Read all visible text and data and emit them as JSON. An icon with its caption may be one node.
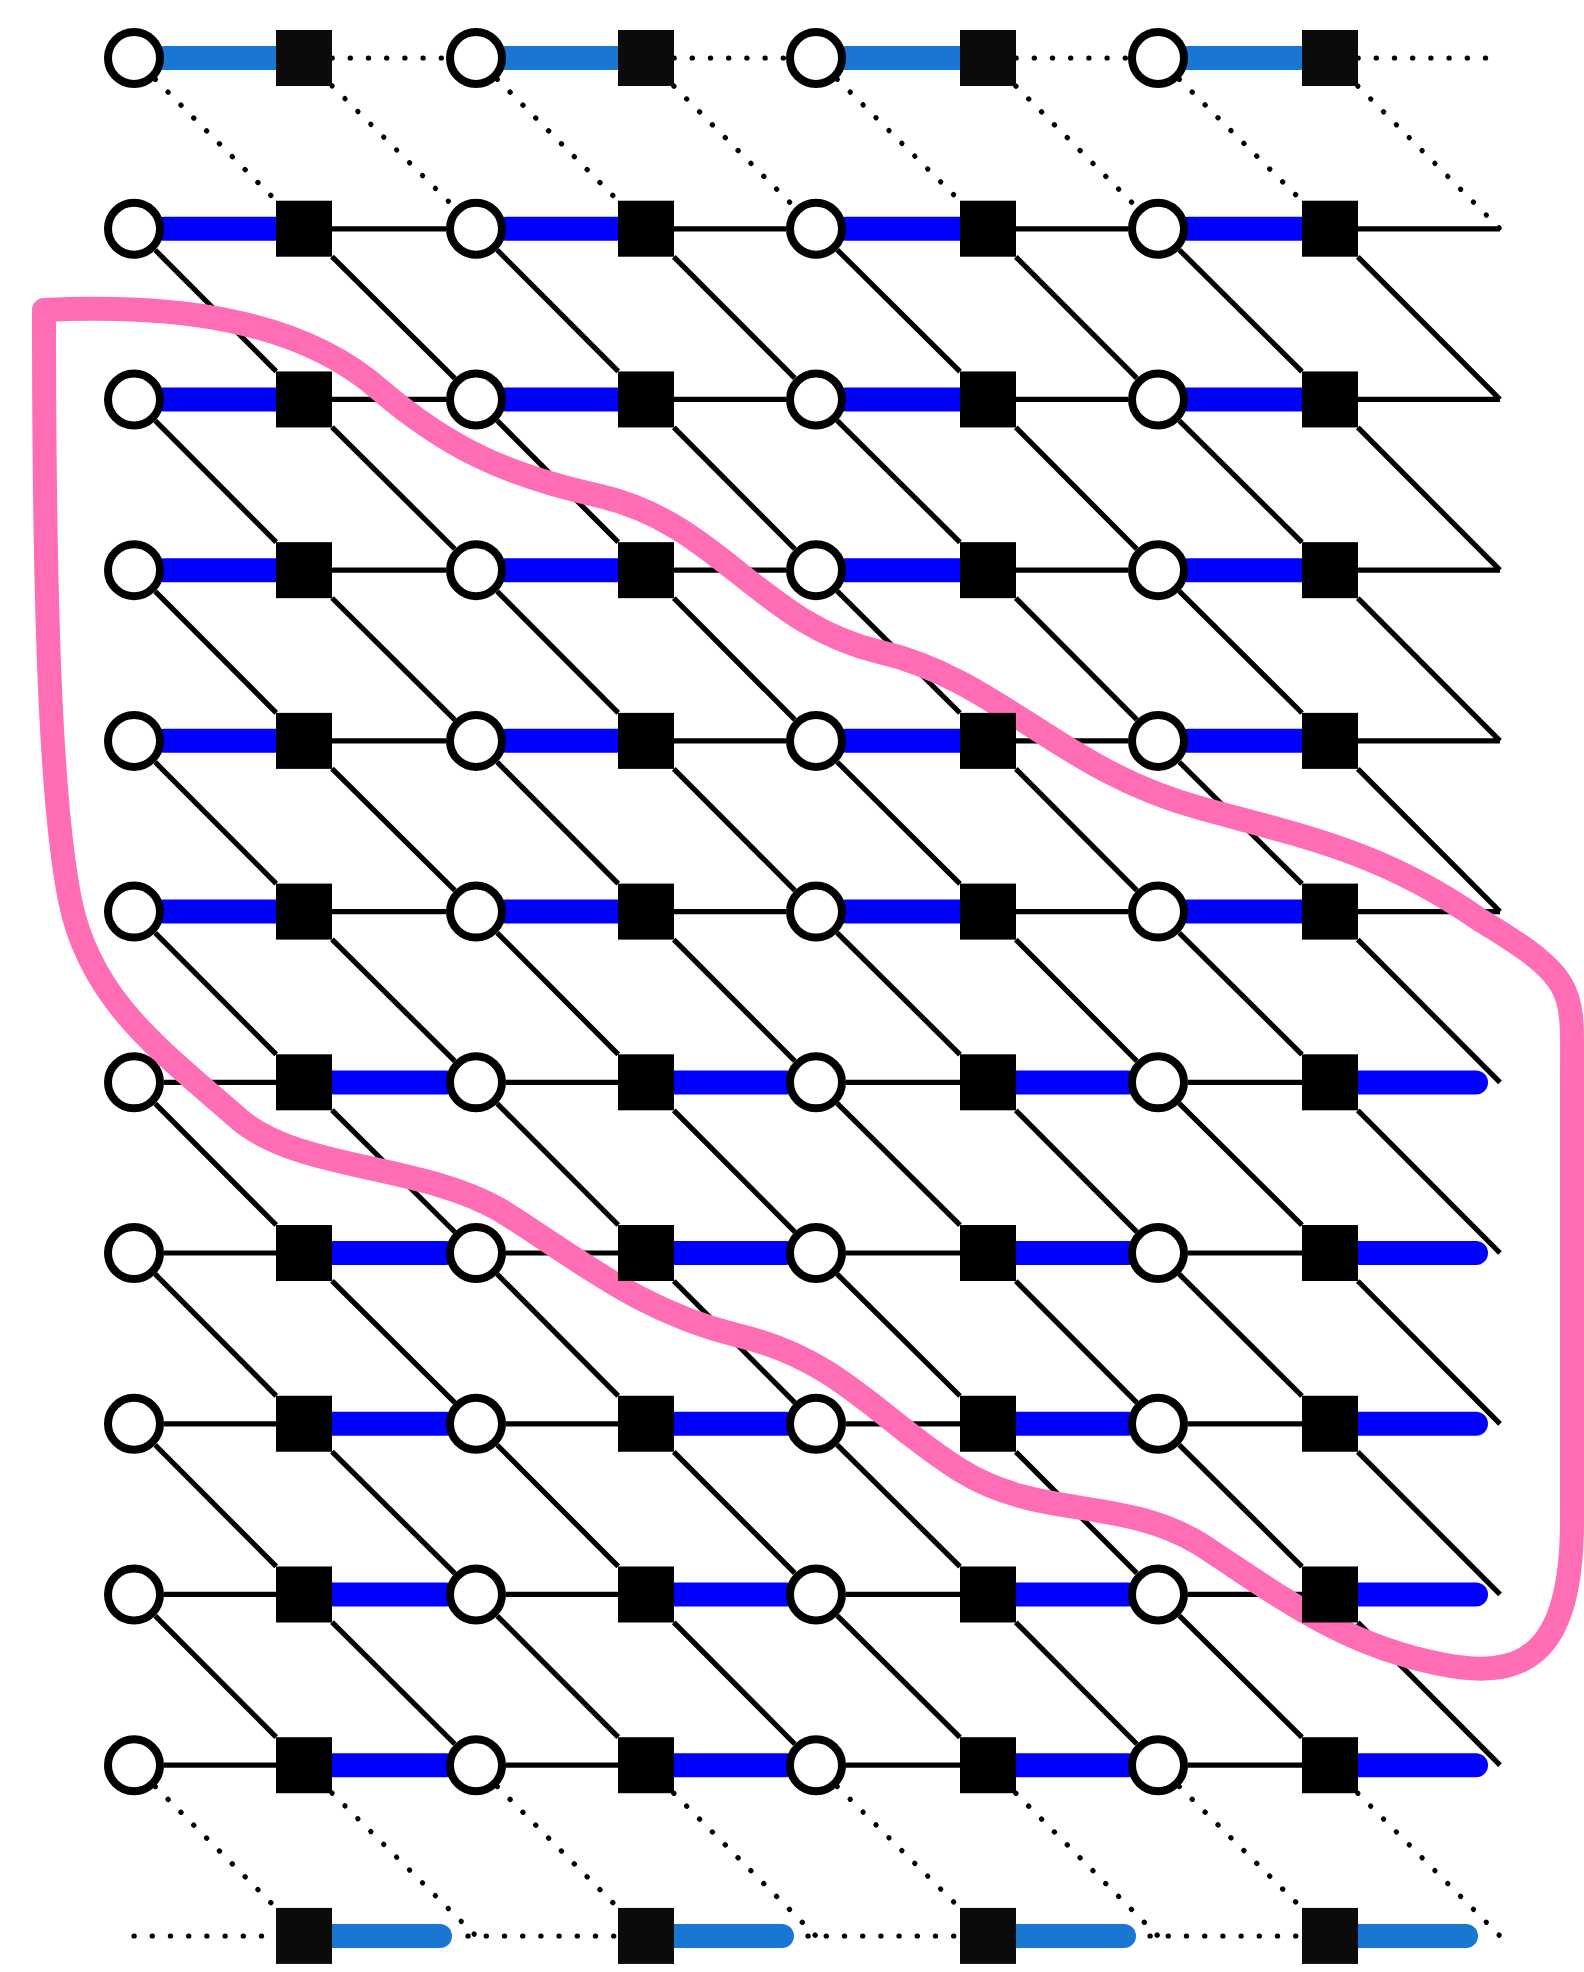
{
  "diagram": {
    "nodes": [
      {
        "text": [],
        "shape": "circle"
      },
      {
        "text": [],
        "shape": "box"
      },
      {
        "text": [],
        "shape": "circle"
      },
      {
        "text": [],
        "shape": "box"
      },
      {
        "text": [],
        "shape": "circle"
      },
      {
        "text": [],
        "shape": "box"
      },
      {
        "text": [],
        "shape": "circle"
      },
      {
        "text": [],
        "shape": "box"
      },
      {
        "text": [],
        "shape": "circle"
      },
      {
        "text": [],
        "shape": "box"
      },
      {
        "text": [],
        "shape": "circle"
      },
      {
        "text": [],
        "shape": "box"
      },
      {
        "text": [],
        "shape": "circle"
      },
      {
        "text": [],
        "shape": "box"
      },
      {
        "text": [],
        "shape": "circle"
      },
      {
        "text": [],
        "shape": "box"
      },
      {
        "text": [],
        "shape": "circle"
      },
      {
        "text": [],
        "shape": "box"
      },
      {
        "text": [],
        "shape": "circle"
      },
      {
        "text": [],
        "shape": "box"
      },
      {
        "text": [],
        "shape": "circle"
      },
      {
        "text": [],
        "shape": "box"
      },
      {
        "text": [],
        "shape": "circle"
      },
      {
        "text": [],
        "shape": "box"
      },
      {
        "text": [],
        "shape": "circle"
      },
      {
        "text": [],
        "shape": "box"
      },
      {
        "text": [],
        "shape": "circle"
      },
      {
        "text": [],
        "shape": "box"
      },
      {
        "text": [],
        "shape": "circle"
      },
      {
        "text": [],
        "shape": "box"
      },
      {
        "text": [],
        "shape": "circle"
      },
      {
        "text": [],
        "shape": "box"
      },
      {
        "text": [],
        "shape": "circle"
      },
      {
        "text": [],
        "shape": "box"
      },
      {
        "text": [],
        "shape": "circle"
      },
      {
        "text": [],
        "shape": "box"
      },
      {
        "text": [],
        "shape": "circle"
      },
      {
        "text": [],
        "shape": "box"
      },
      {
        "text": [],
        "shape": "circle"
      },
      {
        "text": [],
        "shape": "box"
      },
      {
        "text": [],
        "shape": "circle"
      },
      {
        "text": [],
        "shape": "box"
      },
      {
        "text": [],
        "shape": "circle"
      },
      {
        "text": [],
        "shape": "box"
      },
      {
        "text": [],
        "shape": "circle"
      },
      {
        "text": [],
        "shape": "box"
      },
      {
        "text": [],
        "shape": "circle"
      },
      {
        "text": [],
        "shape": "box"
      },
      {
        "text": [],
        "shape": "circle"
      },
      {
        "text": [],
        "shape": "box"
      },
      {
        "text": [],
        "shape": "circle"
      },
      {
        "text": [],
        "shape": "box"
      },
      {
        "text": [],
        "shape": "circle"
      },
      {
        "text": [],
        "shape": "box"
      },
      {
        "text": [],
        "shape": "circle"
      },
      {
        "text": [],
        "shape": "box"
      },
      {
        "text": [],
        "shape": "circle"
      },
      {
        "text": [],
        "shape": "box"
      },
      {
        "text": [],
        "shape": "circle"
      },
      {
        "text": [],
        "shape": "box"
      },
      {
        "text": [],
        "shape": "circle"
      },
      {
        "text": [],
        "shape": "box"
      },
      {
        "text": [],
        "shape": "circle"
      },
      {
        "text": [],
        "shape": "box"
      },
      {
        "text": [],
        "shape": "circle"
      },
      {
        "text": [],
        "shape": "box"
      },
      {
        "text": [],
        "shape": "circle"
      },
      {
        "text": [],
        "shape": "box"
      },
      {
        "text": [],
        "shape": "circle"
      },
      {
        "text": [],
        "shape": "box"
      },
      {
        "text": [],
        "shape": "circle"
      },
      {
        "text": [],
        "shape": "box"
      },
      {
        "text": [],
        "shape": "circle"
      },
      {
        "text": [],
        "shape": "box"
      },
      {
        "text": [],
        "shape": "circle"
      },
      {
        "text": [],
        "shape": "box"
      },
      {
        "text": [],
        "shape": "circle"
      },
      {
        "text": [],
        "shape": "box"
      },
      {
        "text": [],
        "shape": "circle"
      },
      {
        "text": [],
        "shape": "box"
      },
      {
        "text": [],
        "shape": "circle"
      },
      {
        "text": [],
        "shape": "box"
      },
      {
        "text": [],
        "shape": "circle"
      },
      {
        "text": [],
        "shape": "box"
      },
      {
        "text": [],
        "shape": "circle"
      },
      {
        "text": [],
        "shape": "box"
      },
      {
        "text": [],
        "shape": "circle"
      },
      {
        "text": [],
        "shape": "box"
      },
      {
        "text": [],
        "shape": "box"
      },
      {
        "text": [],
        "shape": "box"
      },
      {
        "text": [],
        "shape": "box"
      },
      {
        "text": [],
        "shape": "box"
      }
    ],
    "edges": [
      {
        "from": 0,
        "to": 1,
        "arrow": "none",
        "style": "thick",
        "color": "#1976d2"
      },
      {
        "from": 1,
        "to": 2,
        "arrow": "none",
        "style": "dashed"
      },
      {
        "from": 2,
        "to": 3,
        "arrow": "none",
        "style": "thick",
        "color": "#1976d2"
      },
      {
        "from": 3,
        "to": 4,
        "arrow": "none",
        "style": "dashed"
      },
      {
        "from": 4,
        "to": 5,
        "arrow": "none",
        "style": "thick",
        "color": "#1976d2"
      },
      {
        "from": 5,
        "to": 6,
        "arrow": "none",
        "style": "dashed"
      },
      {
        "from": 6,
        "to": 7,
        "arrow": "none",
        "style": "thick",
        "color": "#1976d2"
      },
      {
        "from": 7,
        "to": null,
        "arrow": "none",
        "style": "dashed"
      },
      {
        "from": 0,
        "to": 9,
        "arrow": "none",
        "style": "dashed"
      },
      {
        "from": 1,
        "to": 10,
        "arrow": "none",
        "style": "dashed"
      },
      {
        "from": 2,
        "to": 11,
        "arrow": "none",
        "style": "dashed"
      },
      {
        "from": 3,
        "to": 12,
        "arrow": "none",
        "style": "dashed"
      },
      {
        "from": 4,
        "to": 13,
        "arrow": "none",
        "style": "dashed"
      },
      {
        "from": 5,
        "to": 14,
        "arrow": "none",
        "style": "dashed"
      },
      {
        "from": 6,
        "to": 15,
        "arrow": "none",
        "style": "dashed"
      },
      {
        "from": 7,
        "to": null,
        "arrow": "none",
        "style": "dashed"
      },
      {
        "from": 8,
        "to": 9,
        "arrow": "none",
        "style": "thick",
        "color": "#0000ff"
      },
      {
        "from": 9,
        "to": 10,
        "arrow": "none"
      },
      {
        "from": 10,
        "to": 11,
        "arrow": "none",
        "style": "thick",
        "color": "#0000ff"
      },
      {
        "from": 11,
        "to": 12,
        "arrow": "none"
      },
      {
        "from": 12,
        "to": 13,
        "arrow": "none",
        "style": "thick",
        "color": "#0000ff"
      },
      {
        "from": 13,
        "to": 14,
        "arrow": "none"
      },
      {
        "from": 14,
        "to": 15,
        "arrow": "none",
        "style": "thick",
        "color": "#0000ff"
      },
      {
        "from": 15,
        "to": null,
        "arrow": "none"
      },
      {
        "from": 8,
        "to": 17,
        "arrow": "none"
      },
      {
        "from": 9,
        "to": 18,
        "arrow": "none"
      },
      {
        "from": 10,
        "to": 19,
        "arrow": "none"
      },
      {
        "from": 11,
        "to": 20,
        "arrow": "none"
      },
      {
        "from": 12,
        "to": 21,
        "arrow": "none"
      },
      {
        "from": 13,
        "to": 22,
        "arrow": "none"
      },
      {
        "from": 14,
        "to": 23,
        "arrow": "none"
      },
      {
        "from": 15,
        "to": null,
        "arrow": "none"
      },
      {
        "from": 16,
        "to": 17,
        "arrow": "none",
        "style": "thick",
        "color": "#0000ff"
      },
      {
        "from": 17,
        "to": 18,
        "arrow": "none"
      },
      {
        "from": 18,
        "to": 19,
        "arrow": "none",
        "style": "thick",
        "color": "#0000ff"
      },
      {
        "from": 19,
        "to": 20,
        "arrow": "none"
      },
      {
        "from": 20,
        "to": 21,
        "arrow": "none",
        "style": "thick",
        "color": "#0000ff"
      },
      {
        "from": 21,
        "to": 22,
        "arrow": "none"
      },
      {
        "from": 22,
        "to": 23,
        "arrow": "none",
        "style": "thick",
        "color": "#0000ff"
      },
      {
        "from": 23,
        "to": null,
        "arrow": "none"
      },
      {
        "from": 16,
        "to": 25,
        "arrow": "none"
      },
      {
        "from": 17,
        "to": 26,
        "arrow": "none"
      },
      {
        "from": 18,
        "to": 27,
        "arrow": "none"
      },
      {
        "from": 19,
        "to": 28,
        "arrow": "none"
      },
      {
        "from": 20,
        "to": 29,
        "arrow": "none"
      },
      {
        "from": 21,
        "to": 30,
        "arrow": "none"
      },
      {
        "from": 22,
        "to": 31,
        "arrow": "none"
      },
      {
        "from": 23,
        "to": null,
        "arrow": "none"
      },
      {
        "from": 24,
        "to": 25,
        "arrow": "none",
        "style": "thick",
        "color": "#0000ff"
      },
      {
        "from": 25,
        "to": 26,
        "arrow": "none"
      },
      {
        "from": 26,
        "to": 27,
        "arrow": "none",
        "style": "thick",
        "color": "#0000ff"
      },
      {
        "from": 27,
        "to": 28,
        "arrow": "none"
      },
      {
        "from": 28,
        "to": 29,
        "arrow": "none",
        "style": "thick",
        "color": "#0000ff"
      },
      {
        "from": 29,
        "to": 30,
        "arrow": "none"
      },
      {
        "from": 30,
        "to": 31,
        "arrow": "none",
        "style": "thick",
        "color": "#0000ff"
      },
      {
        "from": 31,
        "to": null,
        "arrow": "none"
      },
      {
        "from": 24,
        "to": 33,
        "arrow": "none"
      },
      {
        "from": 25,
        "to": 34,
        "arrow": "none"
      },
      {
        "from": 26,
        "to": 35,
        "arrow": "none"
      },
      {
        "from": 27,
        "to": 36,
        "arrow": "none"
      },
      {
        "from": 28,
        "to": 37,
        "arrow": "none"
      },
      {
        "from": 29,
        "to": 38,
        "arrow": "none"
      },
      {
        "from": 30,
        "to": 39,
        "arrow": "none"
      },
      {
        "from": 31,
        "to": null,
        "arrow": "none"
      },
      {
        "from": 32,
        "to": 33,
        "arrow": "none",
        "style": "thick",
        "color": "#0000ff"
      },
      {
        "from": 33,
        "to": 34,
        "arrow": "none"
      },
      {
        "from": 34,
        "to": 35,
        "arrow": "none",
        "style": "thick",
        "color": "#0000ff"
      },
      {
        "from": 35,
        "to": 36,
        "arrow": "none"
      },
      {
        "from": 36,
        "to": 37,
        "arrow": "none",
        "style": "thick",
        "color": "#0000ff"
      },
      {
        "from": 37,
        "to": 38,
        "arrow": "none"
      },
      {
        "from": 38,
        "to": 39,
        "arrow": "none",
        "style": "thick",
        "color": "#0000ff"
      },
      {
        "from": 39,
        "to": null,
        "arrow": "none"
      },
      {
        "from": 32,
        "to": 41,
        "arrow": "none"
      },
      {
        "from": 33,
        "to": 42,
        "arrow": "none"
      },
      {
        "from": 34,
        "to": 43,
        "arrow": "none"
      },
      {
        "from": 35,
        "to": 44,
        "arrow": "none"
      },
      {
        "from": 36,
        "to": 45,
        "arrow": "none"
      },
      {
        "from": 37,
        "to": 46,
        "arrow": "none"
      },
      {
        "from": 38,
        "to": 47,
        "arrow": "none"
      },
      {
        "from": 39,
        "to": null,
        "arrow": "none"
      },
      {
        "from": 40,
        "to": 41,
        "arrow": "none",
        "style": "thick",
        "color": "#0000ff"
      },
      {
        "from": 41,
        "to": 42,
        "arrow": "none"
      },
      {
        "from": 42,
        "to": 43,
        "arrow": "none",
        "style": "thick",
        "color": "#0000ff"
      },
      {
        "from": 43,
        "to": 44,
        "arrow": "none"
      },
      {
        "from": 44,
        "to": 45,
        "arrow": "none",
        "style": "thick",
        "color": "#0000ff"
      },
      {
        "from": 45,
        "to": 46,
        "arrow": "none"
      },
      {
        "from": 46,
        "to": 47,
        "arrow": "none",
        "style": "thick",
        "color": "#0000ff"
      },
      {
        "from": 47,
        "to": null,
        "arrow": "none"
      },
      {
        "from": 40,
        "to": 49,
        "arrow": "none"
      },
      {
        "from": 41,
        "to": 50,
        "arrow": "none"
      },
      {
        "from": 42,
        "to": 51,
        "arrow": "none"
      },
      {
        "from": 43,
        "to": 52,
        "arrow": "none"
      },
      {
        "from": 44,
        "to": 53,
        "arrow": "none"
      },
      {
        "from": 45,
        "to": 54,
        "arrow": "none"
      },
      {
        "from": 46,
        "to": 55,
        "arrow": "none"
      },
      {
        "from": 47,
        "to": null,
        "arrow": "none"
      },
      {
        "from": 48,
        "to": 49,
        "arrow": "none"
      },
      {
        "from": 49,
        "to": 50,
        "arrow": "none",
        "style": "thick",
        "color": "#0000ff"
      },
      {
        "from": 50,
        "to": 51,
        "arrow": "none"
      },
      {
        "from": 51,
        "to": 52,
        "arrow": "none",
        "style": "thick",
        "color": "#0000ff"
      },
      {
        "from": 52,
        "to": 53,
        "arrow": "none"
      },
      {
        "from": 53,
        "to": 54,
        "arrow": "none",
        "style": "thick",
        "color": "#0000ff"
      },
      {
        "from": 54,
        "to": 55,
        "arrow": "none"
      },
      {
        "from": 55,
        "to": null,
        "arrow": "none",
        "style": "thick",
        "color": "#0000ff"
      },
      {
        "from": 48,
        "to": 57,
        "arrow": "none"
      },
      {
        "from": 49,
        "to": 58,
        "arrow": "none"
      },
      {
        "from": 50,
        "to": 59,
        "arrow": "none"
      },
      {
        "from": 51,
        "to": 60,
        "arrow": "none"
      },
      {
        "from": 52,
        "to": 61,
        "arrow": "none"
      },
      {
        "from": 53,
        "to": 62,
        "arrow": "none"
      },
      {
        "from": 54,
        "to": 63,
        "arrow": "none"
      },
      {
        "from": 55,
        "to": null,
        "arrow": "none"
      },
      {
        "from": 56,
        "to": 57,
        "arrow": "none"
      },
      {
        "from": 57,
        "to": 58,
        "arrow": "none",
        "style": "thick",
        "color": "#0000ff"
      },
      {
        "from": 58,
        "to": 59,
        "arrow": "none"
      },
      {
        "from": 59,
        "to": 60,
        "arrow": "none",
        "style": "thick",
        "color": "#0000ff"
      },
      {
        "from": 60,
        "to": 61,
        "arrow": "none"
      },
      {
        "from": 61,
        "to": 62,
        "arrow": "none",
        "style": "thick",
        "color": "#0000ff"
      },
      {
        "from": 62,
        "to": 63,
        "arrow": "none"
      },
      {
        "from": 63,
        "to": null,
        "arrow": "none",
        "style": "thick",
        "color": "#0000ff"
      },
      {
        "from": 56,
        "to": 65,
        "arrow": "none"
      },
      {
        "from": 57,
        "to": 66,
        "arrow": "none"
      },
      {
        "from": 58,
        "to": 67,
        "arrow": "none"
      },
      {
        "from": 59,
        "to": 68,
        "arrow": "none"
      },
      {
        "from": 60,
        "to": 69,
        "arrow": "none"
      },
      {
        "from": 61,
        "to": 70,
        "arrow": "none"
      },
      {
        "from": 62,
        "to": 71,
        "arrow": "none"
      },
      {
        "from": 63,
        "to": null,
        "arrow": "none"
      },
      {
        "from": 64,
        "to": 65,
        "arrow": "none"
      },
      {
        "from": 65,
        "to": 66,
        "arrow": "none",
        "style": "thick",
        "color": "#0000ff"
      },
      {
        "from": 66,
        "to": 67,
        "arrow": "none"
      },
      {
        "from": 67,
        "to": 68,
        "arrow": "none",
        "style": "thick",
        "color": "#0000ff"
      },
      {
        "from": 68,
        "to": 69,
        "arrow": "none"
      },
      {
        "from": 69,
        "to": 70,
        "arrow": "none",
        "style": "thick",
        "color": "#0000ff"
      },
      {
        "from": 70,
        "to": 71,
        "arrow": "none"
      },
      {
        "from": 71,
        "to": null,
        "arrow": "none",
        "style": "thick",
        "color": "#0000ff"
      },
      {
        "from": 64,
        "to": 73,
        "arrow": "none"
      },
      {
        "from": 65,
        "to": 74,
        "arrow": "none"
      },
      {
        "from": 66,
        "to": 75,
        "arrow": "none"
      },
      {
        "from": 67,
        "to": 76,
        "arrow": "none"
      },
      {
        "from": 68,
        "to": 77,
        "arrow": "none"
      },
      {
        "from": 69,
        "to": 78,
        "arrow": "none"
      },
      {
        "from": 70,
        "to": 79,
        "arrow": "none"
      },
      {
        "from": 71,
        "to": null,
        "arrow": "none"
      },
      {
        "from": 72,
        "to": 73,
        "arrow": "none"
      },
      {
        "from": 73,
        "to": 74,
        "arrow": "none",
        "style": "thick",
        "color": "#0000ff"
      },
      {
        "from": 74,
        "to": 75,
        "arrow": "none"
      },
      {
        "from": 75,
        "to": 76,
        "arrow": "none",
        "style": "thick",
        "color": "#0000ff"
      },
      {
        "from": 76,
        "to": 77,
        "arrow": "none"
      },
      {
        "from": 77,
        "to": 78,
        "arrow": "none",
        "style": "thick",
        "color": "#0000ff"
      },
      {
        "from": 78,
        "to": 79,
        "arrow": "none"
      },
      {
        "from": 79,
        "to": null,
        "arrow": "none",
        "style": "thick",
        "color": "#0000ff"
      },
      {
        "from": 72,
        "to": 81,
        "arrow": "none"
      },
      {
        "from": 73,
        "to": 82,
        "arrow": "none"
      },
      {
        "from": 74,
        "to": 83,
        "arrow": "none"
      },
      {
        "from": 75,
        "to": 84,
        "arrow": "none"
      },
      {
        "from": 76,
        "to": 85,
        "arrow": "none"
      },
      {
        "from": 77,
        "to": 86,
        "arrow": "none"
      },
      {
        "from": 78,
        "to": 87,
        "arrow": "none"
      },
      {
        "from": 79,
        "to": null,
        "arrow": "none"
      },
      {
        "from": 80,
        "to": 81,
        "arrow": "none"
      },
      {
        "from": 81,
        "to": 82,
        "arrow": "none",
        "style": "thick",
        "color": "#0000ff"
      },
      {
        "from": 82,
        "to": 83,
        "arrow": "none"
      },
      {
        "from": 83,
        "to": 84,
        "arrow": "none",
        "style": "thick",
        "color": "#0000ff"
      },
      {
        "from": 84,
        "to": 85,
        "arrow": "none"
      },
      {
        "from": 85,
        "to": 86,
        "arrow": "none",
        "style": "thick",
        "color": "#0000ff"
      },
      {
        "from": 86,
        "to": 87,
        "arrow": "none"
      },
      {
        "from": 87,
        "to": null,
        "arrow": "none",
        "style": "thick",
        "color": "#0000ff"
      },
      {
        "from": 80,
        "to": 88,
        "arrow": "none",
        "style": "dashed"
      },
      {
        "from": 81,
        "to": null,
        "arrow": "none",
        "style": "dashed"
      },
      {
        "from": 82,
        "to": 89,
        "arrow": "none",
        "style": "dashed"
      },
      {
        "from": 83,
        "to": null,
        "arrow": "none",
        "style": "dashed"
      },
      {
        "from": 84,
        "to": 90,
        "arrow": "none",
        "style": "dashed"
      },
      {
        "from": 85,
        "to": null,
        "arrow": "none",
        "style": "dashed"
      },
      {
        "from": 86,
        "to": 91,
        "arrow": "none",
        "style": "dashed"
      },
      {
        "from": 87,
        "to": null,
        "arrow": "none",
        "style": "dashed"
      },
      {
        "from": null,
        "to": 88,
        "arrow": "none",
        "style": "dashed"
      },
      {
        "from": 88,
        "to": null,
        "arrow": "none",
        "style": "thick",
        "color": "#1976d2"
      },
      {
        "from": null,
        "to": 89,
        "arrow": "none",
        "style": "dashed"
      },
      {
        "from": 89,
        "to": null,
        "arrow": "none",
        "style": "thick",
        "color": "#1976d2"
      },
      {
        "from": null,
        "to": 90,
        "arrow": "none",
        "style": "dashed"
      },
      {
        "from": 90,
        "to": null,
        "arrow": "none",
        "style": "thick",
        "color": "#1976d2"
      },
      {
        "from": null,
        "to": 91,
        "arrow": "none",
        "style": "dashed"
      },
      {
        "from": 91,
        "to": null,
        "arrow": "none",
        "style": "thick",
        "color": "#1976d2"
      }
    ]
  }
}
